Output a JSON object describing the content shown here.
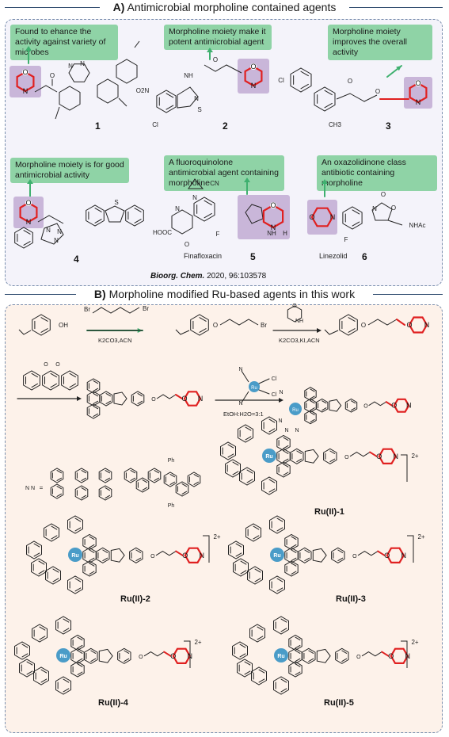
{
  "sectionA": {
    "letter": "A)",
    "title": "Antimicrobial morpholine contained agents",
    "notes": [
      "Found to ehance the activity against variety of microbes",
      "Morpholine moiety make it potent antimicrobial agent",
      "Morpholine moiety improves the overall activity",
      "Morpholine moiety is for good antimicrobial activity",
      "A fluoroquinolone antimicrobial agent containing morpholine",
      "An oxazolidinone class antibiotic containing morpholine"
    ],
    "compounds": [
      "1",
      "2",
      "3",
      "4",
      "5",
      "6"
    ],
    "drug_names": [
      "Finafloxacin",
      "Linezolid"
    ],
    "atom_labels": {
      "o": "O",
      "n": "N",
      "nh": "NH",
      "h": "H",
      "s": "S",
      "cl": "Cl",
      "o2n": "O2N",
      "cn": "CN",
      "f": "F",
      "hooc": "HOOC",
      "ch3": "CH3",
      "nhac": "NHAc"
    },
    "citation_journal": "Bioorg. Chem.",
    "citation_rest": "2020, 96:103578"
  },
  "sectionB": {
    "letter": "B)",
    "title": "Morpholine modified Ru-based agents in this work",
    "reagents": {
      "step1": "K2CO3,ACN",
      "step2": "K2CO3,KI,ACN",
      "step3": "EtOH:H2O=3:1"
    },
    "atom_labels": {
      "br": "Br",
      "oh": "OH",
      "ru": "Ru",
      "cl": "Cl",
      "nn": "N N",
      "eq": "=",
      "ph": "Ph",
      "charge": "2+"
    },
    "complexes": [
      "Ru(II)-1",
      "Ru(II)-2",
      "Ru(II)-3",
      "Ru(II)-4",
      "Ru(II)-5"
    ]
  },
  "colors": {
    "note_green": "#8fd3a6",
    "arrow_green": "#3fb06f",
    "highlight": "#c9b6d9",
    "morpholine_red": "#e02020",
    "ru_blue": "#4a9cc8",
    "frame": "#7a8fae"
  }
}
